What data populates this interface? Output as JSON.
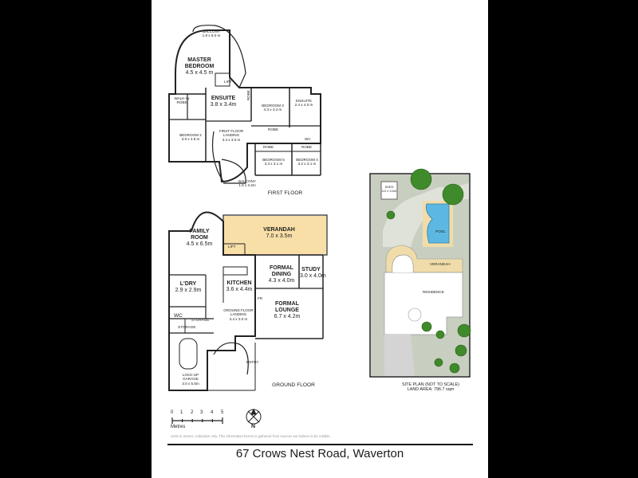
{
  "first_floor": {
    "section_label": "FIRST FLOOR",
    "balcony_top": {
      "name": "BALCONY",
      "dims": "1.8 x 8.0 m"
    },
    "master": {
      "name": "MASTER BEDROOM",
      "dims": "4.5 x 4.5 m"
    },
    "lift": "LIFT",
    "walk_in_robe": "WALK-IN ROBE",
    "ensuite_main": {
      "name": "ENSUITE",
      "dims": "3.8 x 3.4m"
    },
    "robe_vertical": "ROBE",
    "bedroom3": {
      "name": "BEDROOM 3",
      "dims": "4.3 x 3.4 m"
    },
    "ensuite2": {
      "name": "ENSUITE",
      "dims": "2.4 x 4.0 m"
    },
    "robe_mid": "ROBE",
    "bedroom2": {
      "name": "BEDROOM 2",
      "dims": "3.9 x 4.8 m"
    },
    "landing": {
      "name": "FIRST FLOOR LANDING",
      "dims": "3.4 x 3.0 m"
    },
    "robe_b5": "ROBE",
    "robe_b4": "ROBE",
    "wc": "WC",
    "bedroom5": {
      "name": "BEDROOM 5",
      "dims": "3.3 x 3.1 m"
    },
    "bedroom4": {
      "name": "BEDROOM 4",
      "dims": "3.2 x 3.1 m"
    },
    "balcony_bottom": {
      "name": "BALCONY",
      "dims": "1.5 x 3.2m"
    }
  },
  "ground_floor": {
    "section_label": "GROUND FLOOR",
    "family": {
      "name": "FAMILY ROOM",
      "dims": "4.5 x 6.5m"
    },
    "verandah": {
      "name": "VERANDAH",
      "dims": "7.0 x 3.5m"
    },
    "lift": "LIFT",
    "formal_dining": {
      "name": "FORMAL DINING",
      "dims": "4.3 x 4.0m"
    },
    "study": {
      "name": "STUDY",
      "dims": "3.0 x 4.0m"
    },
    "kitchen": {
      "name": "KITCHEN",
      "dims": "3.6 x 4.4m"
    },
    "laundry": {
      "name": "L'DRY",
      "dims": "2.9 x 2.9m"
    },
    "fr": "FR",
    "formal_lounge": {
      "name": "FORMAL LOUNGE",
      "dims": "6.7 x 4.2m"
    },
    "landing": {
      "name": "GROUND FLOOR LANDING",
      "dims": "3.4 x 3.0 m"
    },
    "wc": "WC",
    "storage1": "STORAGE",
    "storage2": "STORAGE",
    "garage": {
      "name": "LOCK-UP GARAGE",
      "dims": "3.0 x 5.5m"
    },
    "entry": "ENTRY"
  },
  "site_plan": {
    "shed": {
      "name": "SHED",
      "dims": "4.0 x 3.0m"
    },
    "pool": "POOL",
    "verandah": "VERANDAH",
    "residence": "RESIDENCE",
    "caption": "SITE PLAN (NOT TO SCALE)",
    "land_area": "LAND AREA: 796.7 sqm"
  },
  "scale": {
    "ticks": [
      "0",
      "1",
      "2",
      "3",
      "4",
      "5"
    ],
    "unit": "Metres",
    "north": "N"
  },
  "disclaimer": "Units in metres. Indicative only. This information herein is gathered from sources we believe to be reliable.",
  "address": "67 Crows Nest Road, Waverton",
  "colors": {
    "verandah_fill": "#f7dc9f",
    "pool_fill": "#5cb8e3",
    "lawn": "#c9cfc0",
    "tree": "#3f8a2a"
  }
}
